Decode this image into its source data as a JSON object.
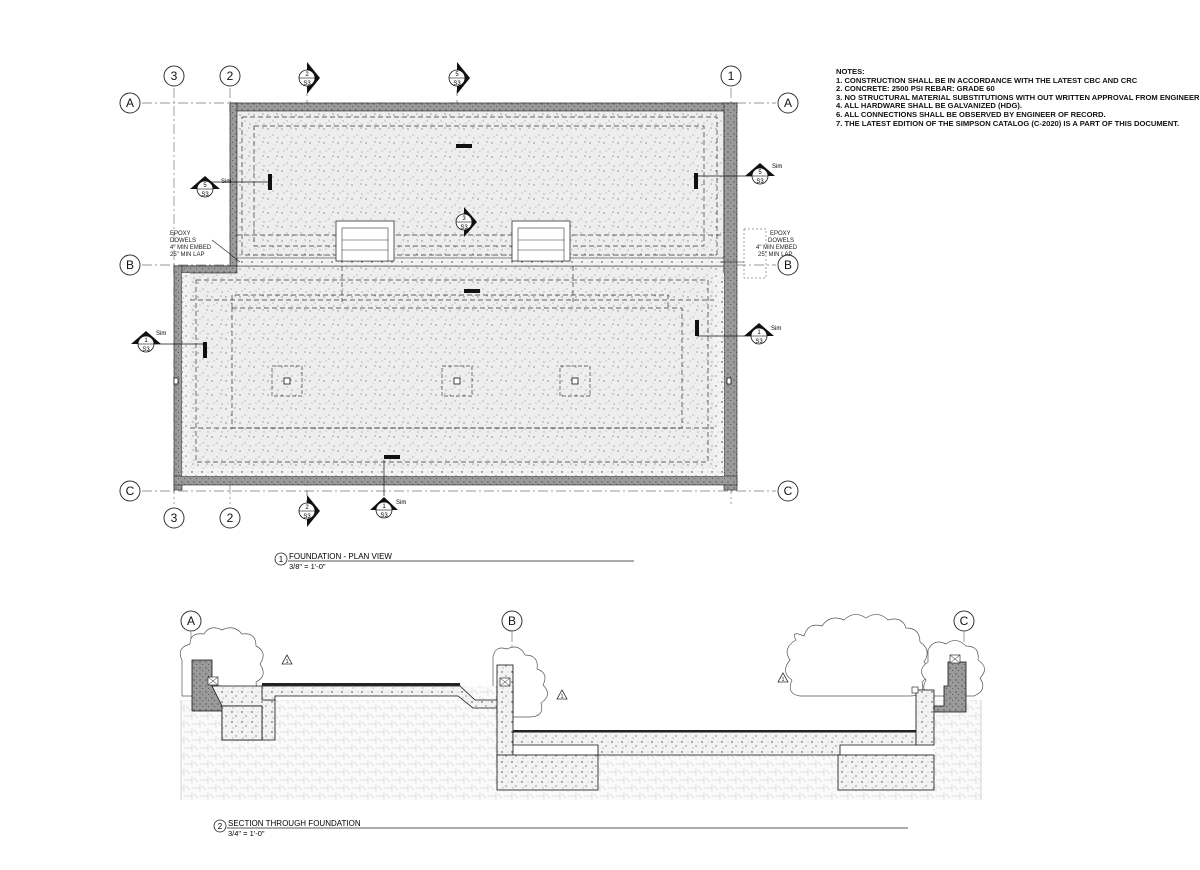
{
  "notes": {
    "heading": "NOTES:",
    "items": [
      "1. CONSTRUCTION SHALL BE IN ACCORDANCE WITH THE LATEST CBC AND CRC",
      "2. CONCRETE: 2500 PSI REBAR: GRADE 60",
      "3. NO STRUCTURAL MATERIAL SUBSTITUTIONS WITH OUT WRITTEN APPROVAL FROM ENGINEER.",
      "4. ALL HARDWARE SHALL BE GALVANIZED (HDG).",
      "6. ALL CONNECTIONS SHALL BE OBSERVED BY ENGINEER OF RECORD.",
      "7. THE LATEST EDITION OF THE SIMPSON CATALOG (C-2020) IS A PART OF THIS DOCUMENT."
    ]
  },
  "grid": {
    "col_3": "3",
    "col_2": "2",
    "col_1": "1",
    "row_a": "A",
    "row_b": "B",
    "row_c": "C"
  },
  "section_marks": {
    "sheet": "S3",
    "sim": "Sim",
    "n1": "1",
    "n2": "2",
    "n3": "3",
    "n5": "5"
  },
  "callouts": {
    "epoxy_left": [
      "EPOXY",
      "DOWELS",
      "4\" MIN EMBED",
      "25\" MIN LAP"
    ],
    "epoxy_right": [
      "EPOXY",
      "DOWELS",
      "4\" MIN EMBED",
      "25\" MIN LAP"
    ]
  },
  "views": {
    "plan": {
      "number": "1",
      "title": "FOUNDATION - PLAN VIEW",
      "scale": "3/8\" = 1'-0\""
    },
    "section": {
      "number": "2",
      "title": "SECTION THROUGH FOUNDATION",
      "scale": "3/4\" = 1'-0\""
    }
  },
  "revision_mark": "1"
}
